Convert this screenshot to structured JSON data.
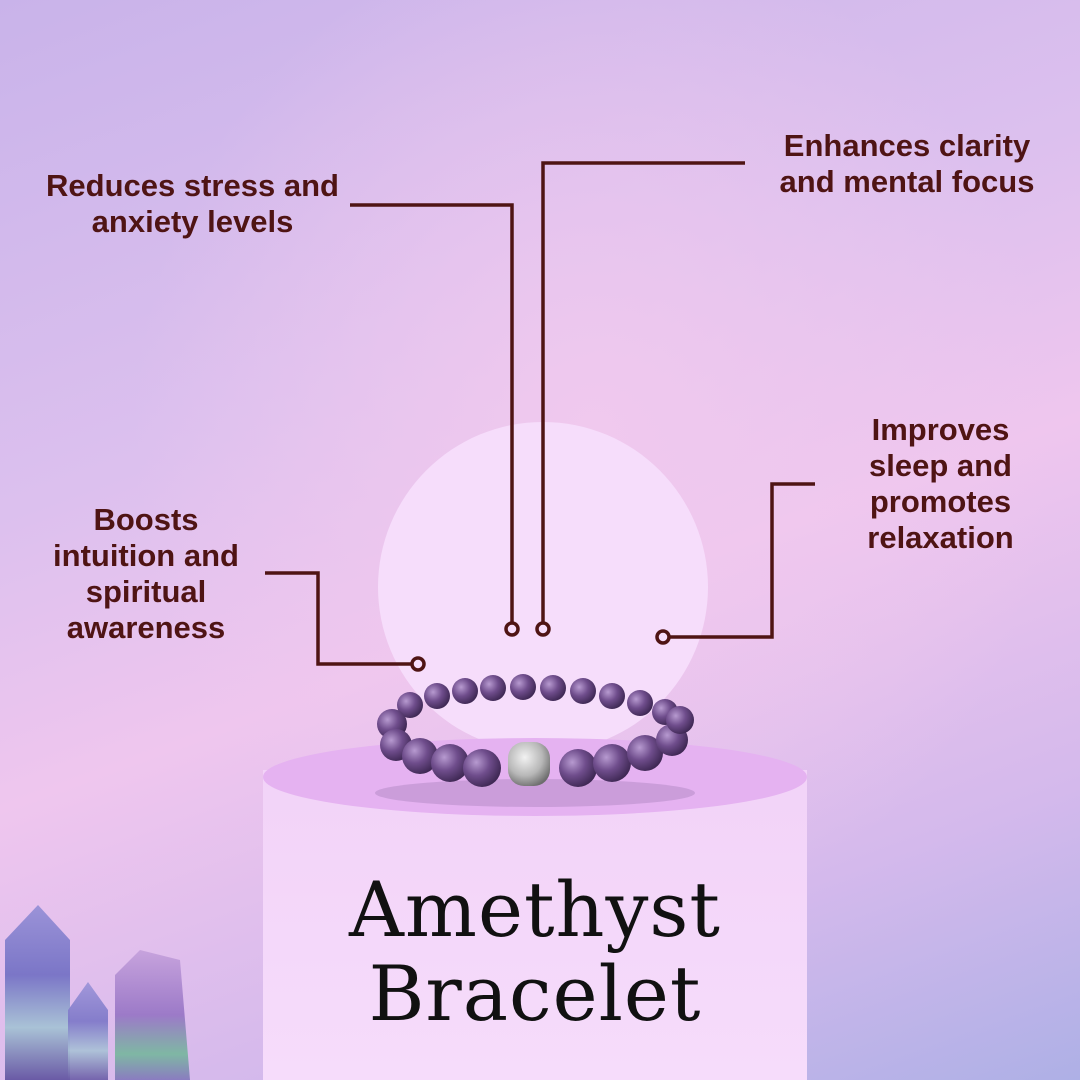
{
  "benefits": [
    {
      "text": "Reduces stress and anxiety levels"
    },
    {
      "text": "Enhances clarity and mental focus"
    },
    {
      "text": "Boosts intuition and spiritual awareness"
    },
    {
      "text": "Improves sleep and promotes relaxation"
    }
  ],
  "title": {
    "line1": "Amethyst",
    "line2": "Bracelet"
  },
  "colors": {
    "text": "#4f1414",
    "line": "#4f1414",
    "bead": "#6b4a86",
    "pillar": "#f4d8fa"
  }
}
